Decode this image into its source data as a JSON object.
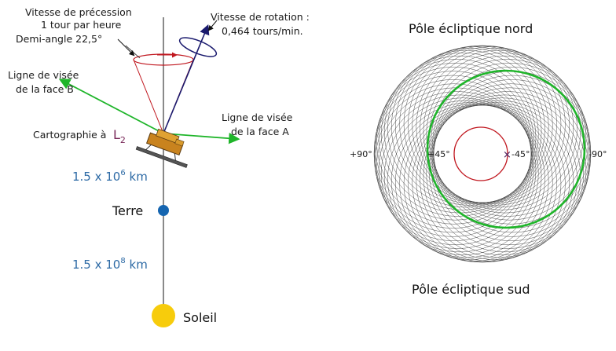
{
  "left": {
    "precession_speed": [
      "Vitesse de précession",
      "1 tour par heure"
    ],
    "half_angle": "Demi-angle 22,5°",
    "rotation_speed": [
      "Vitesse de rotation :",
      "0,464 tours/min."
    ],
    "sightline_b": [
      "Ligne de visée",
      "de la face B"
    ],
    "sightline_a": [
      "Ligne de visée",
      "de la face A"
    ],
    "mapping": "Cartographie à",
    "l2_letter": "L",
    "l2_sub": "2",
    "distance_1": {
      "base": "1.5 x 10",
      "exp": "6",
      "unit": " km"
    },
    "distance_2": {
      "base": "1.5 x 10",
      "exp": "8",
      "unit": " km"
    },
    "earth": "Terre",
    "sun": "Soleil"
  },
  "right": {
    "north_pole": "Pôle écliptique nord",
    "south_pole": "Pôle écliptique sud",
    "labels": {
      "plus90": "+90°",
      "plus45": "+45°",
      "minus45": "-45°",
      "minus90": "-90°"
    }
  },
  "colors": {
    "green": "#1fb52a",
    "red": "#c0161e",
    "navy": "#1a1a6e",
    "blue_dot": "#1565b0",
    "sun": "#f7cc0c",
    "distance_text": "#2d6aa5"
  }
}
